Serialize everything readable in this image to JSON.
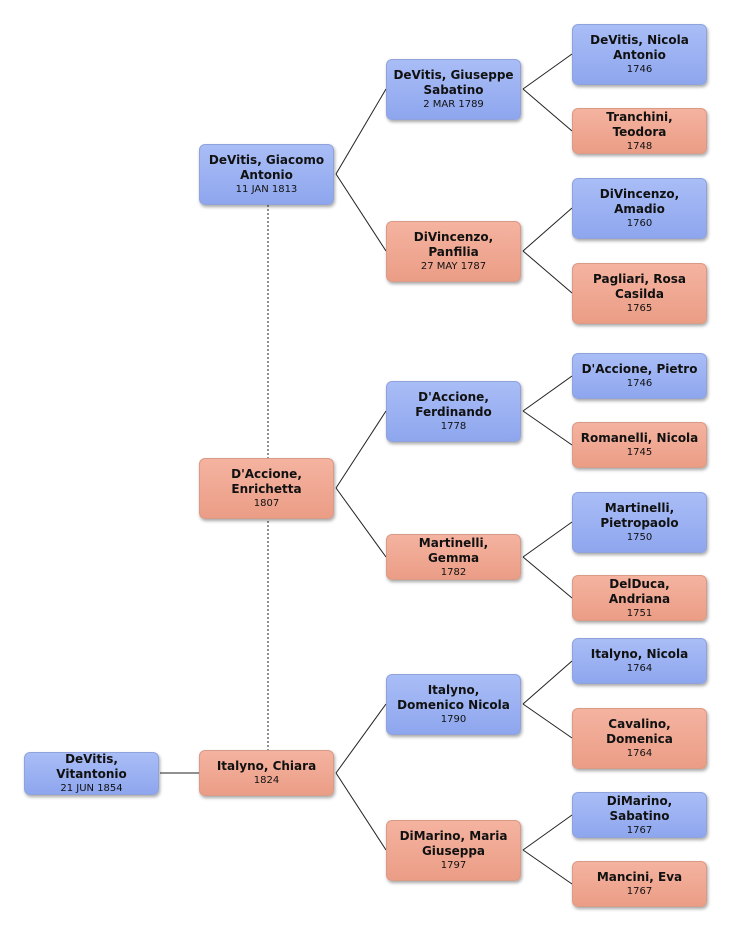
{
  "colors": {
    "male": "#9db1f2",
    "female": "#f0a790",
    "line": "#222222"
  },
  "persons": {
    "p0": {
      "name": "DeVitis, Vitantonio",
      "date": "21 JUN 1854",
      "sex": "male"
    },
    "p1": {
      "name": "DeVitis, Giacomo Antonio",
      "date": "11 JAN 1813",
      "sex": "male"
    },
    "p2": {
      "name": "D'Accione, Enrichetta",
      "date": "1807",
      "sex": "female"
    },
    "p3": {
      "name": "Italyno, Chiara",
      "date": "1824",
      "sex": "female"
    },
    "p4": {
      "name": "DeVitis, Giuseppe Sabatino",
      "date": "2 MAR 1789",
      "sex": "male"
    },
    "p5": {
      "name": "DiVincenzo, Panfilia",
      "date": "27 MAY 1787",
      "sex": "female"
    },
    "p6": {
      "name": "D'Accione, Ferdinando",
      "date": "1778",
      "sex": "male"
    },
    "p7": {
      "name": "Martinelli, Gemma",
      "date": "1782",
      "sex": "female"
    },
    "p8": {
      "name": "Italyno, Domenico Nicola",
      "date": "1790",
      "sex": "male"
    },
    "p9": {
      "name": "DiMarino, Maria Giuseppa",
      "date": "1797",
      "sex": "female"
    },
    "p10": {
      "name": "DeVitis, Nicola Antonio",
      "date": "1746",
      "sex": "male"
    },
    "p11": {
      "name": "Tranchini, Teodora",
      "date": "1748",
      "sex": "female"
    },
    "p12": {
      "name": "DiVincenzo, Amadio",
      "date": "1760",
      "sex": "male"
    },
    "p13": {
      "name": "Pagliari, Rosa Casilda",
      "date": "1765",
      "sex": "female"
    },
    "p14": {
      "name": "D'Accione, Pietro",
      "date": "1746",
      "sex": "male"
    },
    "p15": {
      "name": "Romanelli, Nicola",
      "date": "1745",
      "sex": "female"
    },
    "p16": {
      "name": "Martinelli, Pietropaolo",
      "date": "1750",
      "sex": "male"
    },
    "p17": {
      "name": "DelDuca, Andriana",
      "date": "1751",
      "sex": "female"
    },
    "p18": {
      "name": "Italyno, Nicola",
      "date": "1764",
      "sex": "male"
    },
    "p19": {
      "name": "Cavalino, Domenica",
      "date": "1764",
      "sex": "female"
    },
    "p20": {
      "name": "DiMarino, Sabatino",
      "date": "1767",
      "sex": "male"
    },
    "p21": {
      "name": "Mancini, Eva",
      "date": "1767",
      "sex": "female"
    }
  }
}
